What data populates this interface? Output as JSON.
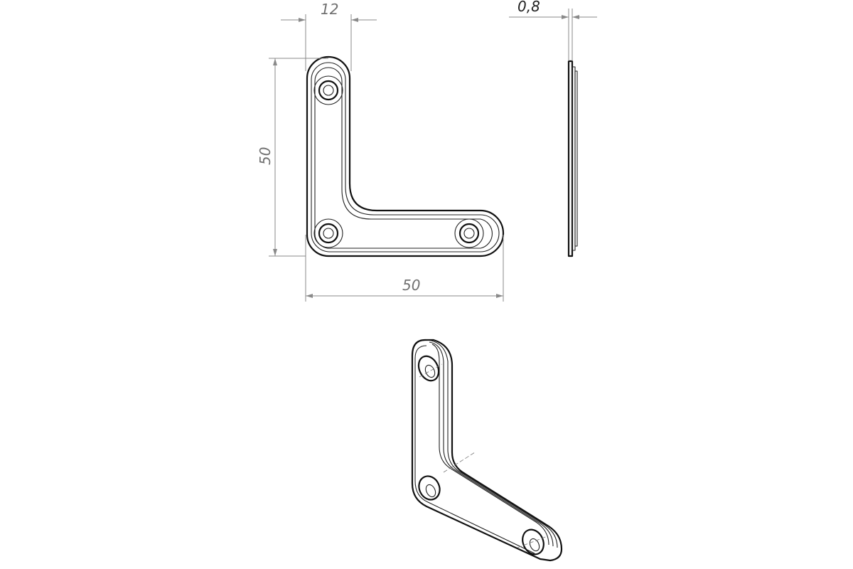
{
  "dimensions": {
    "width_top": "12",
    "height_left": "50",
    "width_bottom": "50",
    "thickness": "0,8"
  }
}
